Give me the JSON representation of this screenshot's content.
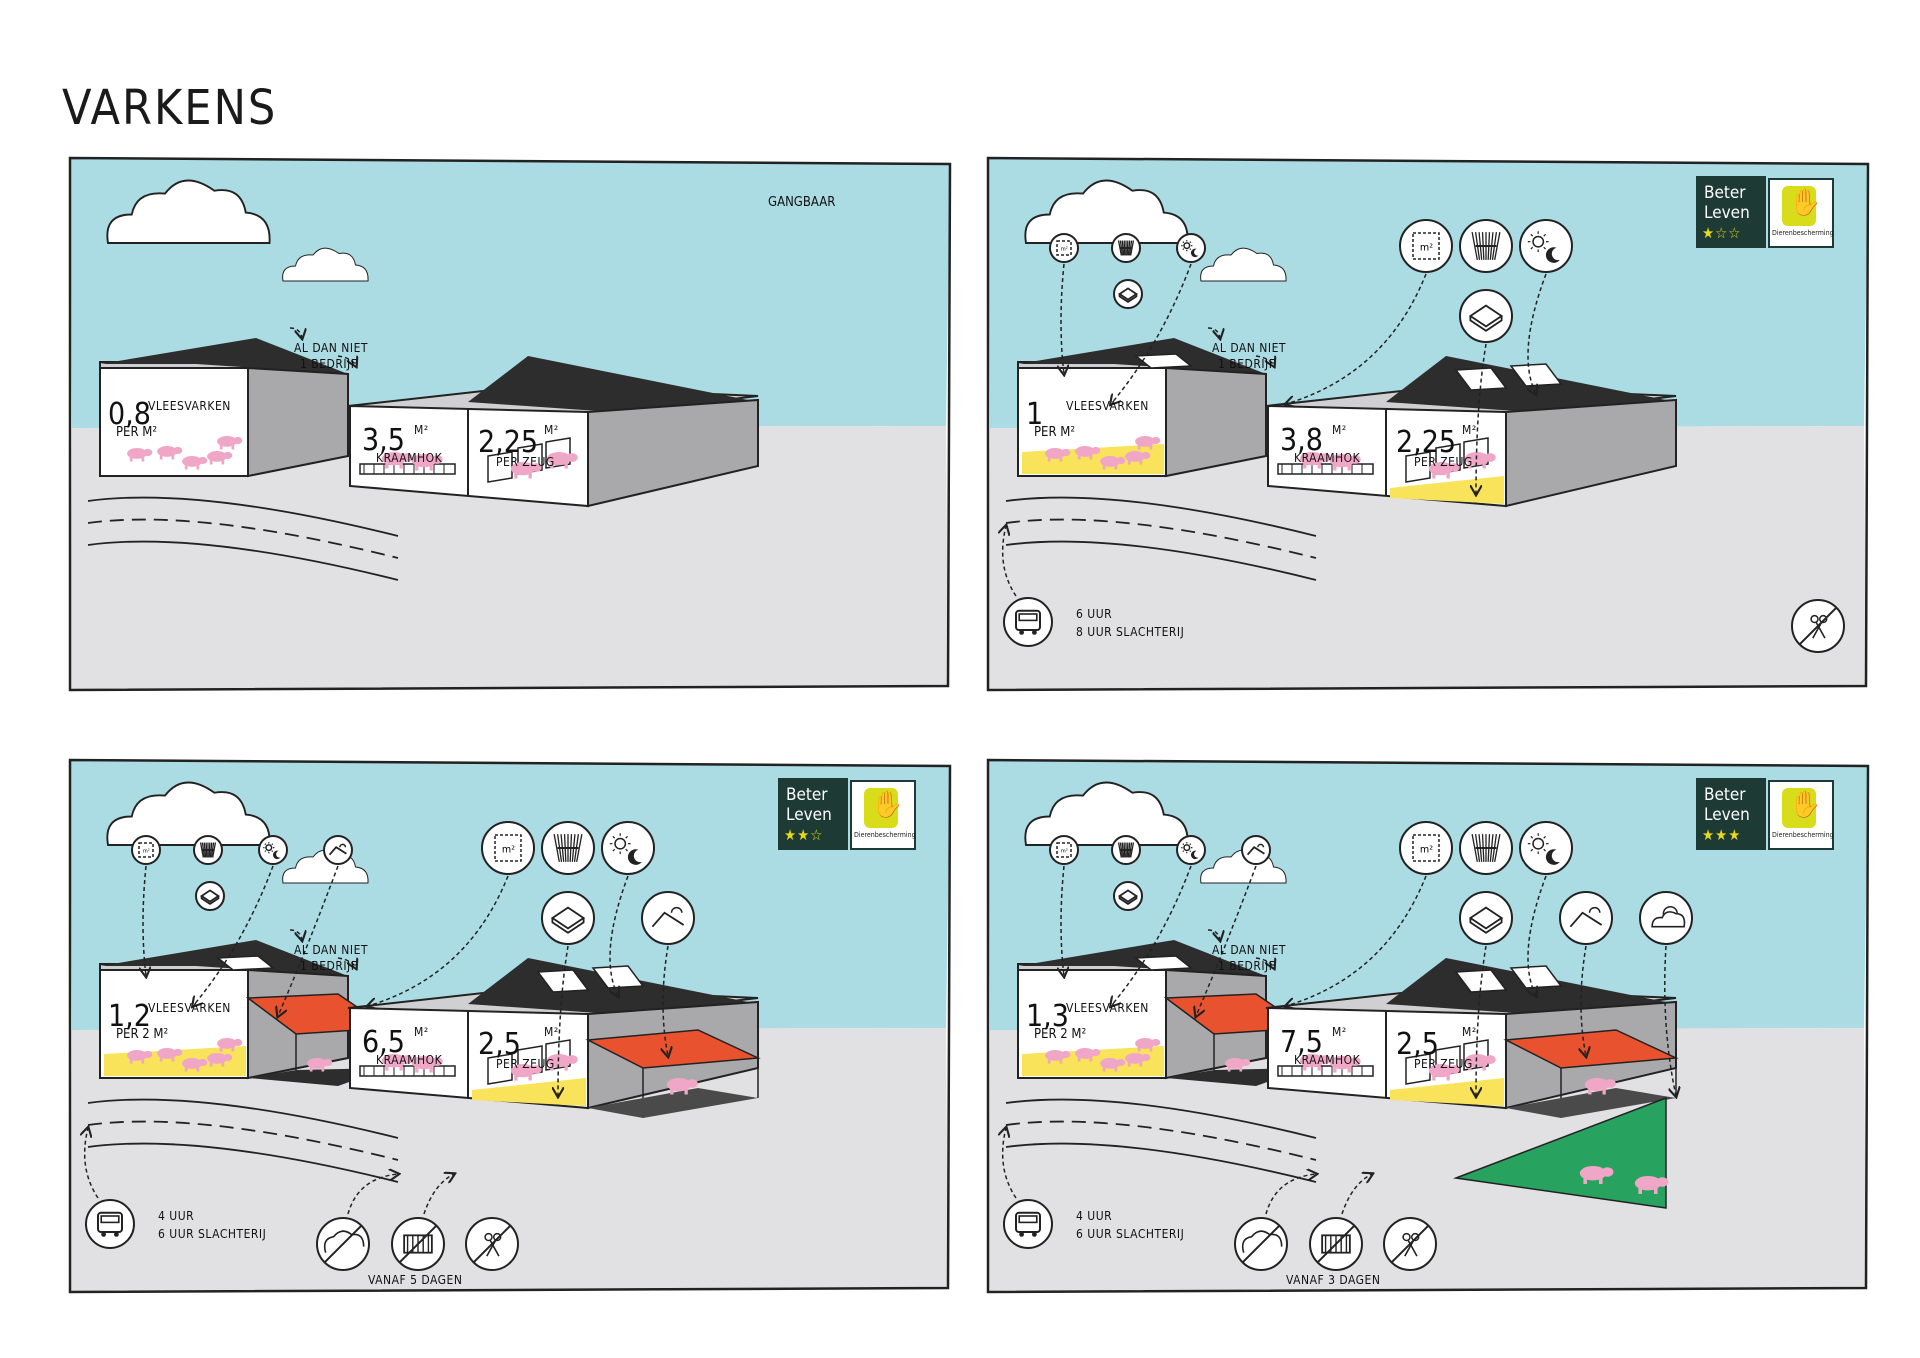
{
  "page": {
    "title": "VARKENS"
  },
  "colors": {
    "sky": "#abdbe3",
    "ground": "#e1e1e3",
    "roof": "#2d2d2d",
    "wall_side": "#a9a9ab",
    "straw": "#f8e35a",
    "outdoor_roof": "#e8522f",
    "pasture": "#27a25f",
    "pig": "#f0a6c6",
    "logo_dark": "#1d3b34",
    "logo_accent": "#d8dc1a"
  },
  "icons": [
    "m2-space-icon",
    "straw-bedding-icon",
    "day-night-icon",
    "mattress-icon",
    "outdoor-climate-icon",
    "weather-cloud-sun-icon",
    "truck-icon",
    "no-tail-docking-icon",
    "no-castration-icon",
    "no-crate-icon"
  ],
  "panels": [
    {
      "label": "GANGBAAR",
      "left_barn": {
        "number": "0,8",
        "unit_line1": "VLEESVARKEN",
        "unit_line2": "PER M²"
      },
      "connector": {
        "line1": "AL DAN NIET",
        "line2": "1 BEDRIJF"
      },
      "farrowing": {
        "number": "3,5",
        "unit": "M²",
        "label": "KRAAMHOK"
      },
      "sow": {
        "number": "2,25",
        "unit": "M²",
        "label": "PER ZEUG"
      }
    },
    {
      "label": "",
      "logo": {
        "line1": "Beter",
        "line2": "Leven",
        "stars": 1,
        "stars_text": "★☆☆",
        "sub": "Dierenbescherming"
      },
      "left_barn": {
        "number": "1",
        "unit_line1": "VLEESVARKEN",
        "unit_line2": "PER M²"
      },
      "connector": {
        "line1": "AL DAN NIET",
        "line2": "1 BEDRIJF"
      },
      "farrowing": {
        "number": "3,8",
        "unit": "M²",
        "label": "KRAAMHOK"
      },
      "sow": {
        "number": "2,25",
        "unit": "M²",
        "label": "PER ZEUG"
      },
      "transport": {
        "line1": "6 UUR",
        "line2": "8 UUR SLACHTERIJ"
      }
    },
    {
      "label": "",
      "logo": {
        "line1": "Beter",
        "line2": "Leven",
        "stars": 2,
        "stars_text": "★★☆",
        "sub": "Dierenbescherming"
      },
      "left_barn": {
        "number": "1,2",
        "unit_line1": "VLEESVARKEN",
        "unit_line2": "PER 2 M²"
      },
      "connector": {
        "line1": "AL DAN NIET",
        "line2": "1 BEDRIJF"
      },
      "farrowing": {
        "number": "6,5",
        "unit": "M²",
        "label": "KRAAMHOK"
      },
      "sow": {
        "number": "2,5",
        "unit": "M²",
        "label": "PER ZEUG"
      },
      "transport": {
        "line1": "4 UUR",
        "line2": "6 UUR SLACHTERIJ"
      },
      "footnote": "VANAF 5 DAGEN"
    },
    {
      "label": "",
      "logo": {
        "line1": "Beter",
        "line2": "Leven",
        "stars": 3,
        "stars_text": "★★★",
        "sub": "Dierenbescherming"
      },
      "left_barn": {
        "number": "1,3",
        "unit_line1": "VLEESVARKEN",
        "unit_line2": "PER 2 M²"
      },
      "connector": {
        "line1": "AL DAN NIET",
        "line2": "1 BEDRIJF"
      },
      "farrowing": {
        "number": "7,5",
        "unit": "M²",
        "label": "KRAAMHOK"
      },
      "sow": {
        "number": "2,5",
        "unit": "M²",
        "label": "PER ZEUG"
      },
      "transport": {
        "line1": "4 UUR",
        "line2": "6 UUR SLACHTERIJ"
      },
      "footnote": "VANAF 3 DAGEN"
    }
  ]
}
